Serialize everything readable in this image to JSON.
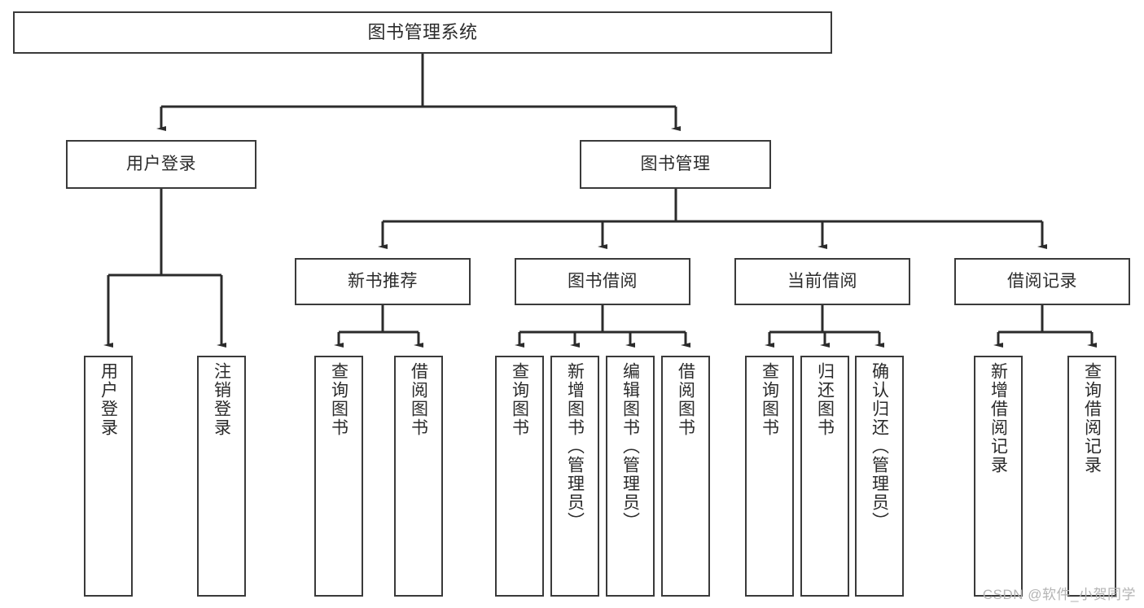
{
  "diagram": {
    "title": "图书管理系统",
    "type": "tree-hierarchy-diagram",
    "colors": {
      "box_border": "#3a3a3a",
      "box_fill": "#ffffff",
      "edge": "#2b2b2b",
      "text": "#2b2b2b",
      "watermark": "#b4b4b4",
      "background": "#ffffff"
    }
  },
  "root": {
    "label": "图书管理系统"
  },
  "level2": [
    {
      "label": "用户登录"
    },
    {
      "label": "图书管理"
    }
  ],
  "level3": [
    {
      "label": "新书推荐"
    },
    {
      "label": "图书借阅"
    },
    {
      "label": "当前借阅"
    },
    {
      "label": "借阅记录"
    }
  ],
  "leaves": {
    "user_login": [
      {
        "label": "用户登录"
      },
      {
        "label": "注销登录"
      }
    ],
    "new_book_recommend": [
      {
        "label": "查询图书"
      },
      {
        "label": "借阅图书"
      }
    ],
    "book_borrow": [
      {
        "label": "查询图书"
      },
      {
        "label": "新增图书（管理员）"
      },
      {
        "label": "编辑图书（管理员）"
      },
      {
        "label": "借阅图书"
      }
    ],
    "current_borrow": [
      {
        "label": "查询图书"
      },
      {
        "label": "归还图书"
      },
      {
        "label": "确认归还（管理员）"
      }
    ],
    "borrow_record": [
      {
        "label": "新增借阅记录"
      },
      {
        "label": "查询借阅记录"
      }
    ]
  },
  "watermark": {
    "text": "CSDN @软件_小贺同学"
  }
}
